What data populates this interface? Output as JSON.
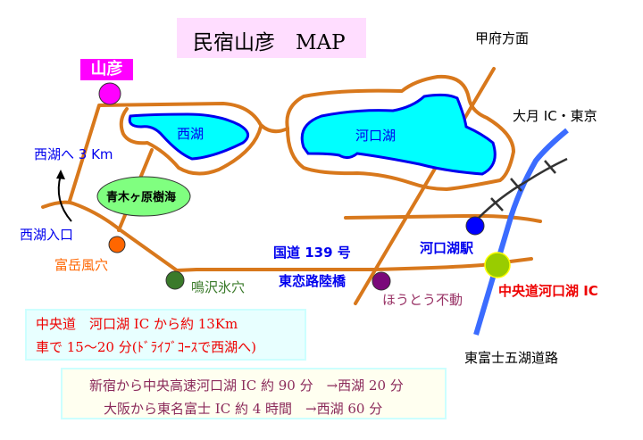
{
  "title": "民宿山彦　MAP",
  "inn_label": "山彦",
  "labels": {
    "kofu": "甲府方面",
    "saiko": "西湖",
    "kawaguchiko": "河口湖",
    "to_saiko": "西湖へ 3 Km",
    "saiko_entrance": "西湖入口",
    "aokigahara": "青木ヶ原樹海",
    "fugaku": "富岳風穴",
    "narusawa": "鳴沢氷穴",
    "route139": "国道 139 号",
    "koiji_bridge": "東恋路陸橋",
    "station": "河口湖駅",
    "houtou": "ほうとう不動",
    "chuo_ic": "中央道河口湖 IC",
    "otsuki": "大月 IC・東京",
    "higashi_fuji": "東富士五湖道路"
  },
  "info1": {
    "line1": "中央道　河口湖 IC から約 13Km",
    "line2": "車で 15～20 分(ﾄﾞﾗｲﾌﾞｺｰｽで西湖へ)"
  },
  "info2": {
    "line1": "新宿から中央高速河口湖 IC 約 90 分　→西湖 20 分",
    "line2": "大阪から東名富士 IC 約 4 時間　→西湖 60 分"
  },
  "colors": {
    "road": "#d8781c",
    "lake": "#00ffff",
    "lake_edge": "#0000ee",
    "expressway": "#3b6cff",
    "inn": "#ff00ff"
  }
}
